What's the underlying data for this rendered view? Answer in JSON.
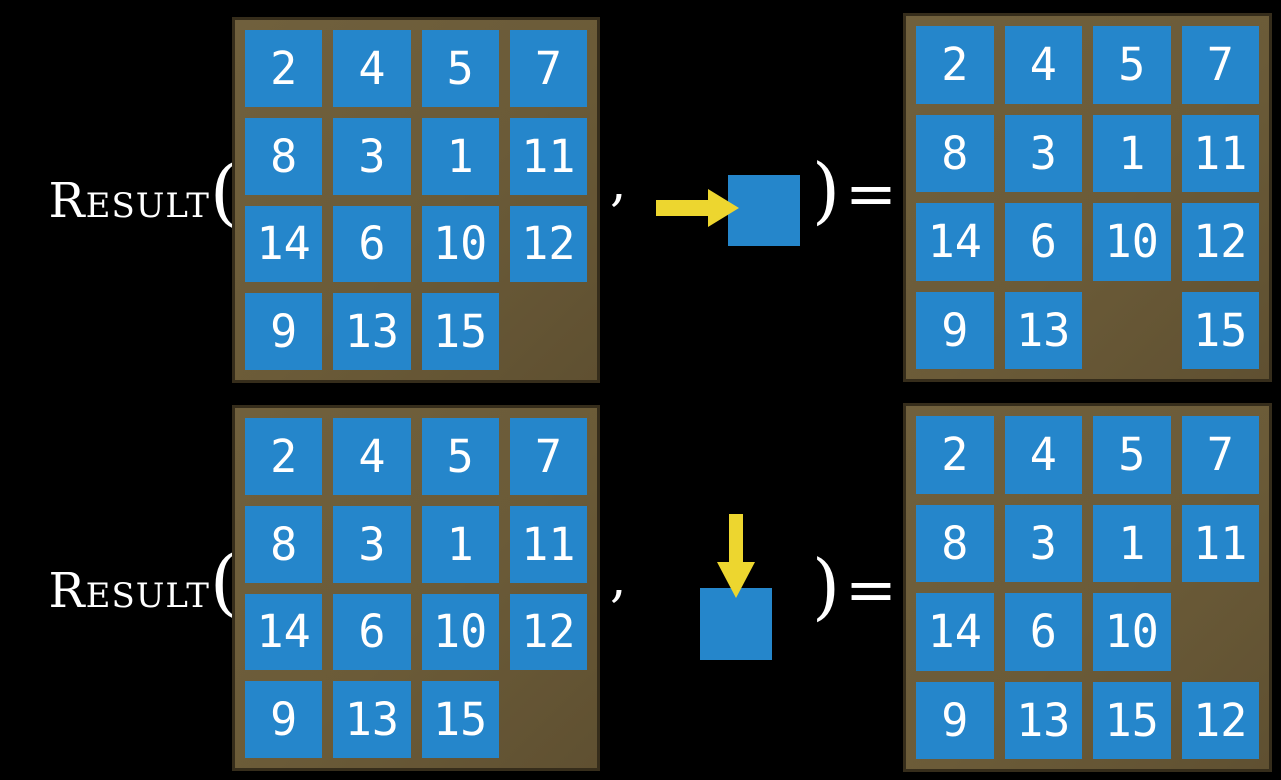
{
  "colors": {
    "tile_blue": "#2586CB",
    "board_brown": "#6B5B38",
    "board_border": "#362d1b",
    "arrow_yellow": "#EDD62F",
    "text": "#FFFFFF",
    "background": "#000000"
  },
  "function": {
    "name": "Result",
    "open_paren": "(",
    "comma": ",",
    "close_paren": ")",
    "equals": "="
  },
  "rows": [
    {
      "move_direction": "right",
      "input_grid": [
        [
          "2",
          "4",
          "5",
          "7"
        ],
        [
          "8",
          "3",
          "1",
          "11"
        ],
        [
          "14",
          "6",
          "10",
          "12"
        ],
        [
          "9",
          "13",
          "15",
          ""
        ]
      ],
      "result_grid": [
        [
          "2",
          "4",
          "5",
          "7"
        ],
        [
          "8",
          "3",
          "1",
          "11"
        ],
        [
          "14",
          "6",
          "10",
          "12"
        ],
        [
          "9",
          "13",
          "",
          "15"
        ]
      ]
    },
    {
      "move_direction": "down",
      "input_grid": [
        [
          "2",
          "4",
          "5",
          "7"
        ],
        [
          "8",
          "3",
          "1",
          "11"
        ],
        [
          "14",
          "6",
          "10",
          "12"
        ],
        [
          "9",
          "13",
          "15",
          ""
        ]
      ],
      "result_grid": [
        [
          "2",
          "4",
          "5",
          "7"
        ],
        [
          "8",
          "3",
          "1",
          "11"
        ],
        [
          "14",
          "6",
          "10",
          ""
        ],
        [
          "9",
          "13",
          "15",
          "12"
        ]
      ]
    }
  ]
}
